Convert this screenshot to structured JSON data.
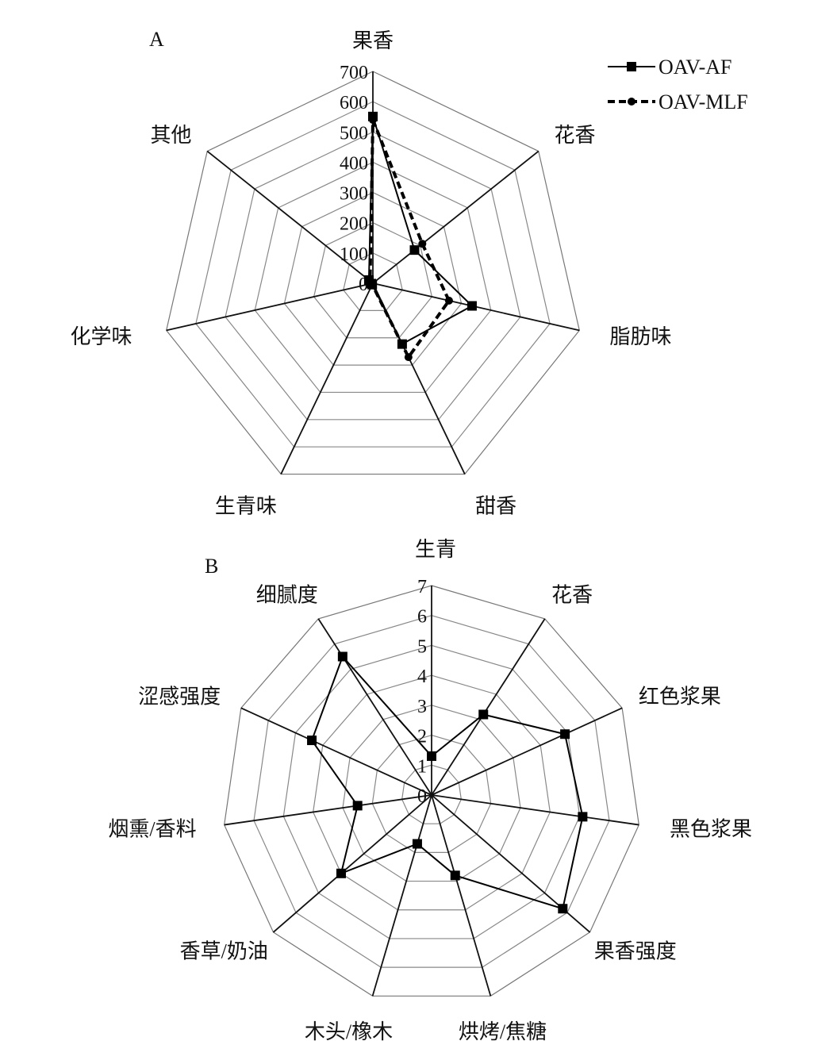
{
  "chart_data": [
    {
      "type": "radar",
      "panel_label": "A",
      "axes": [
        "果香",
        "花香",
        "脂肪味",
        "甜香",
        "生青味",
        "化学味",
        "其他"
      ],
      "rlim": [
        0,
        700
      ],
      "ticks": [
        "0",
        "100",
        "200",
        "300",
        "400",
        "500",
        "600",
        "700"
      ],
      "legend_placement": "top-right",
      "series": [
        {
          "name": "OAV-AF",
          "style": "solid",
          "values": [
            551,
            176,
            336,
            223,
            5,
            5,
            17
          ]
        },
        {
          "name": "OAV-MLF",
          "style": "dashed",
          "values": [
            540,
            209,
            258,
            271,
            5,
            5,
            12
          ]
        }
      ]
    },
    {
      "type": "radar",
      "panel_label": "B",
      "axes": [
        "生青",
        "花香",
        "红色浆果",
        "黑色浆果",
        "果香强度",
        "烘烤/焦糖",
        "木头/橡木",
        "香草/奶油",
        "烟熏/香料",
        "涩感强度",
        "细腻度"
      ],
      "rlim": [
        0,
        7
      ],
      "ticks": [
        "0",
        "1",
        "2",
        "3",
        "4",
        "5",
        "6",
        "7"
      ],
      "series": [
        {
          "name": "",
          "style": "solid",
          "values": [
            1.3,
            3.2,
            4.9,
            5.1,
            5.8,
            2.8,
            1.7,
            4.0,
            2.5,
            4.4,
            5.5
          ]
        }
      ]
    }
  ]
}
